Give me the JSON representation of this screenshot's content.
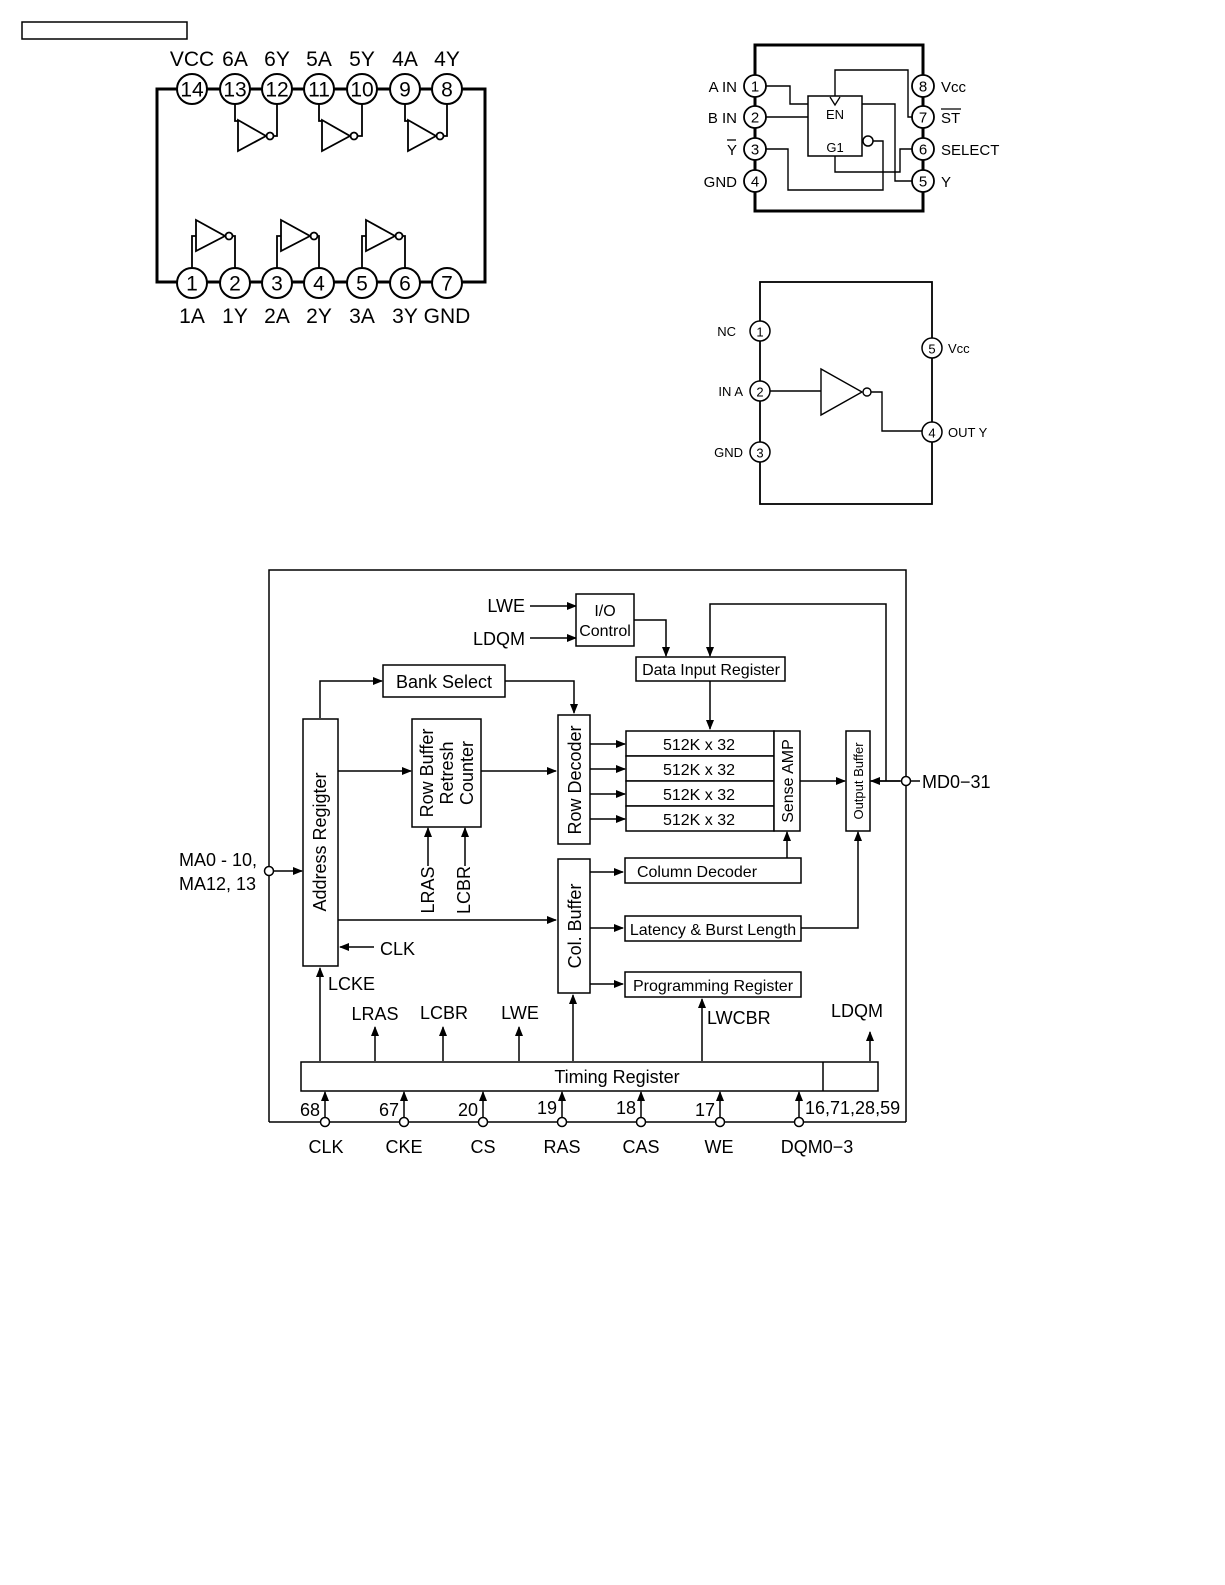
{
  "hex_inverter": {
    "top_labels": [
      "VCC",
      "6A",
      "6Y",
      "5A",
      "5Y",
      "4A",
      "4Y"
    ],
    "top_pins": [
      "14",
      "13",
      "12",
      "11",
      "10",
      "9",
      "8"
    ],
    "bottom_pins": [
      "1",
      "2",
      "3",
      "4",
      "5",
      "6",
      "7"
    ],
    "bottom_labels": [
      "1A",
      "1Y",
      "2A",
      "2Y",
      "3A",
      "3Y",
      "GND"
    ]
  },
  "selector_ic": {
    "left_labels": [
      "A IN",
      "B IN",
      "Y",
      "GND"
    ],
    "left_pins": [
      "1",
      "2",
      "3",
      "4"
    ],
    "right_pins": [
      "8",
      "7",
      "6",
      "5"
    ],
    "right_labels": [
      "Vcc",
      "ST",
      "SELECT",
      "Y"
    ],
    "en_label": "EN",
    "g1_label": "G1"
  },
  "single_inverter": {
    "left_labels": [
      "NC",
      "IN A",
      "GND"
    ],
    "left_pins": [
      "1",
      "2",
      "3"
    ],
    "right_pins": [
      "5",
      "4"
    ],
    "right_labels": [
      "Vcc",
      "OUT Y"
    ]
  },
  "sdram_block": {
    "inputs_top": [
      "LWE",
      "LDQM"
    ],
    "io_control": [
      "I/O",
      "Control"
    ],
    "data_input_register": "Data Input Register",
    "bank_select": "Bank Select",
    "row_buffer": [
      "Row Buffer",
      "Retresh",
      "Counter"
    ],
    "row_decoder": "Row Decoder",
    "memory_banks": [
      "512K x 32",
      "512K x 32",
      "512K x 32",
      "512K x 32"
    ],
    "sense_amp": "Sense AMP",
    "output_buffer": "Output Buffer",
    "data_bus": "MD0−31",
    "address_register": "Address Regigter",
    "address_bus": [
      "MA0 - 10,",
      "MA12, 13"
    ],
    "lras": "LRAS",
    "lcbr": "LCBR",
    "col_buffer": "Col. Buffer",
    "column_decoder": "Column Decoder",
    "latency": "Latency & Burst Length",
    "programming_register": "Programming Register",
    "clk_internal": "CLK",
    "lcke": "LCKE",
    "timing_outputs": [
      "LRAS",
      "LCBR",
      "LWE"
    ],
    "lwcbr": "LWCBR",
    "ldqm_out": "LDQM",
    "timing_register": "Timing Register",
    "pin_numbers": [
      "68",
      "67",
      "20",
      "19",
      "18",
      "17",
      "16,71,28,59"
    ],
    "pin_names": [
      "CLK",
      "CKE",
      "CS",
      "RAS",
      "CAS",
      "WE",
      "DQM0−3"
    ]
  }
}
